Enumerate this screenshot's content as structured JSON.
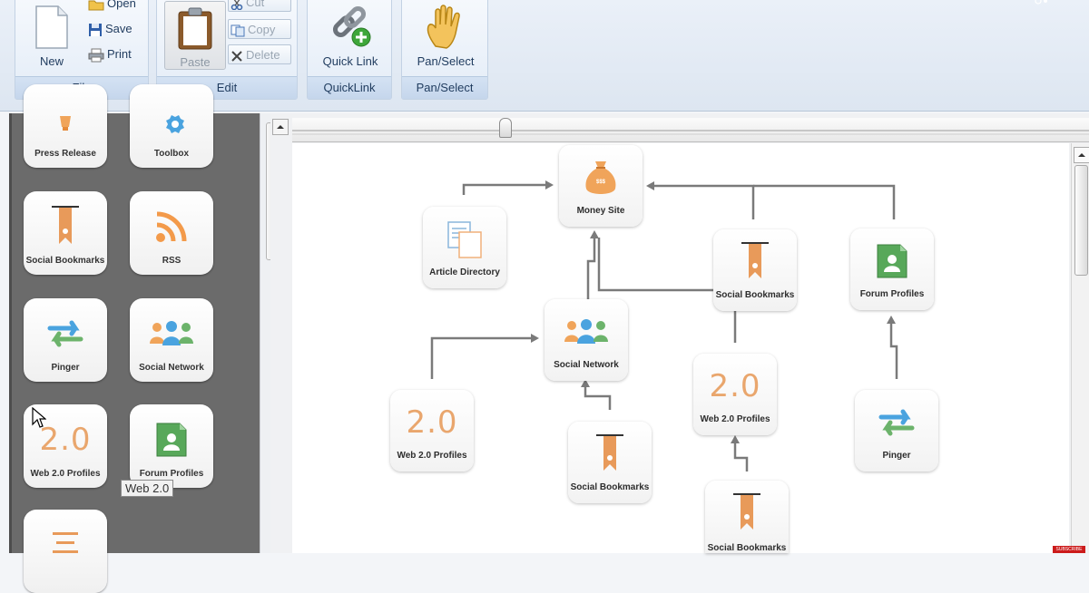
{
  "ribbon": {
    "file": {
      "label": "File",
      "new": "New",
      "open": "Open",
      "save": "Save",
      "print": "Print"
    },
    "edit": {
      "label": "Edit",
      "paste": "Paste",
      "cut": "Cut",
      "copy": "Copy",
      "delete": "Delete"
    },
    "quicklink": {
      "label": "QuickLink",
      "button": "Quick Link"
    },
    "panselect": {
      "label": "Pan/Select",
      "button": "Pan/Select"
    }
  },
  "palette": {
    "items": [
      {
        "label": "Press Release",
        "icon": "press-release-icon"
      },
      {
        "label": "Toolbox",
        "icon": "gear-icon"
      },
      {
        "label": "Social Bookmarks",
        "icon": "bookmark-icon"
      },
      {
        "label": "RSS",
        "icon": "rss-icon"
      },
      {
        "label": "Pinger",
        "icon": "pinger-icon"
      },
      {
        "label": "Social Network",
        "icon": "people-icon"
      },
      {
        "label": "Web 2.0 Profiles",
        "icon": "web20-icon",
        "glyph": "2.0"
      },
      {
        "label": "Forum Profiles",
        "icon": "forum-icon"
      }
    ],
    "tooltip": "Web 2.0"
  },
  "canvas": {
    "nodes": [
      {
        "id": "money",
        "label": "Money Site",
        "icon": "money-bag-icon",
        "badge": "$$$"
      },
      {
        "id": "article",
        "label": "Article Directory",
        "icon": "article-icon"
      },
      {
        "id": "sb1",
        "label": "Social Bookmarks",
        "icon": "bookmark-icon"
      },
      {
        "id": "forum",
        "label": "Forum Profiles",
        "icon": "forum-icon"
      },
      {
        "id": "social",
        "label": "Social Network",
        "icon": "people-icon"
      },
      {
        "id": "web1",
        "label": "Web 2.0 Profiles",
        "icon": "web20-icon",
        "glyph": "2.0"
      },
      {
        "id": "web2",
        "label": "Web 2.0 Profiles",
        "icon": "web20-icon",
        "glyph": "2.0"
      },
      {
        "id": "pinger",
        "label": "Pinger",
        "icon": "pinger-icon"
      },
      {
        "id": "sb2",
        "label": "Social Bookmarks",
        "icon": "bookmark-icon"
      },
      {
        "id": "sb3",
        "label": "Social Bookmarks",
        "icon": "bookmark-icon"
      }
    ]
  },
  "colors": {
    "accent_orange": "#e89a5a",
    "accent_green": "#6cb36b",
    "accent_blue": "#4aa3df",
    "ribbon_text": "#1f3b5e"
  },
  "badge": {
    "subscribe": "SUBSCRIBE"
  }
}
